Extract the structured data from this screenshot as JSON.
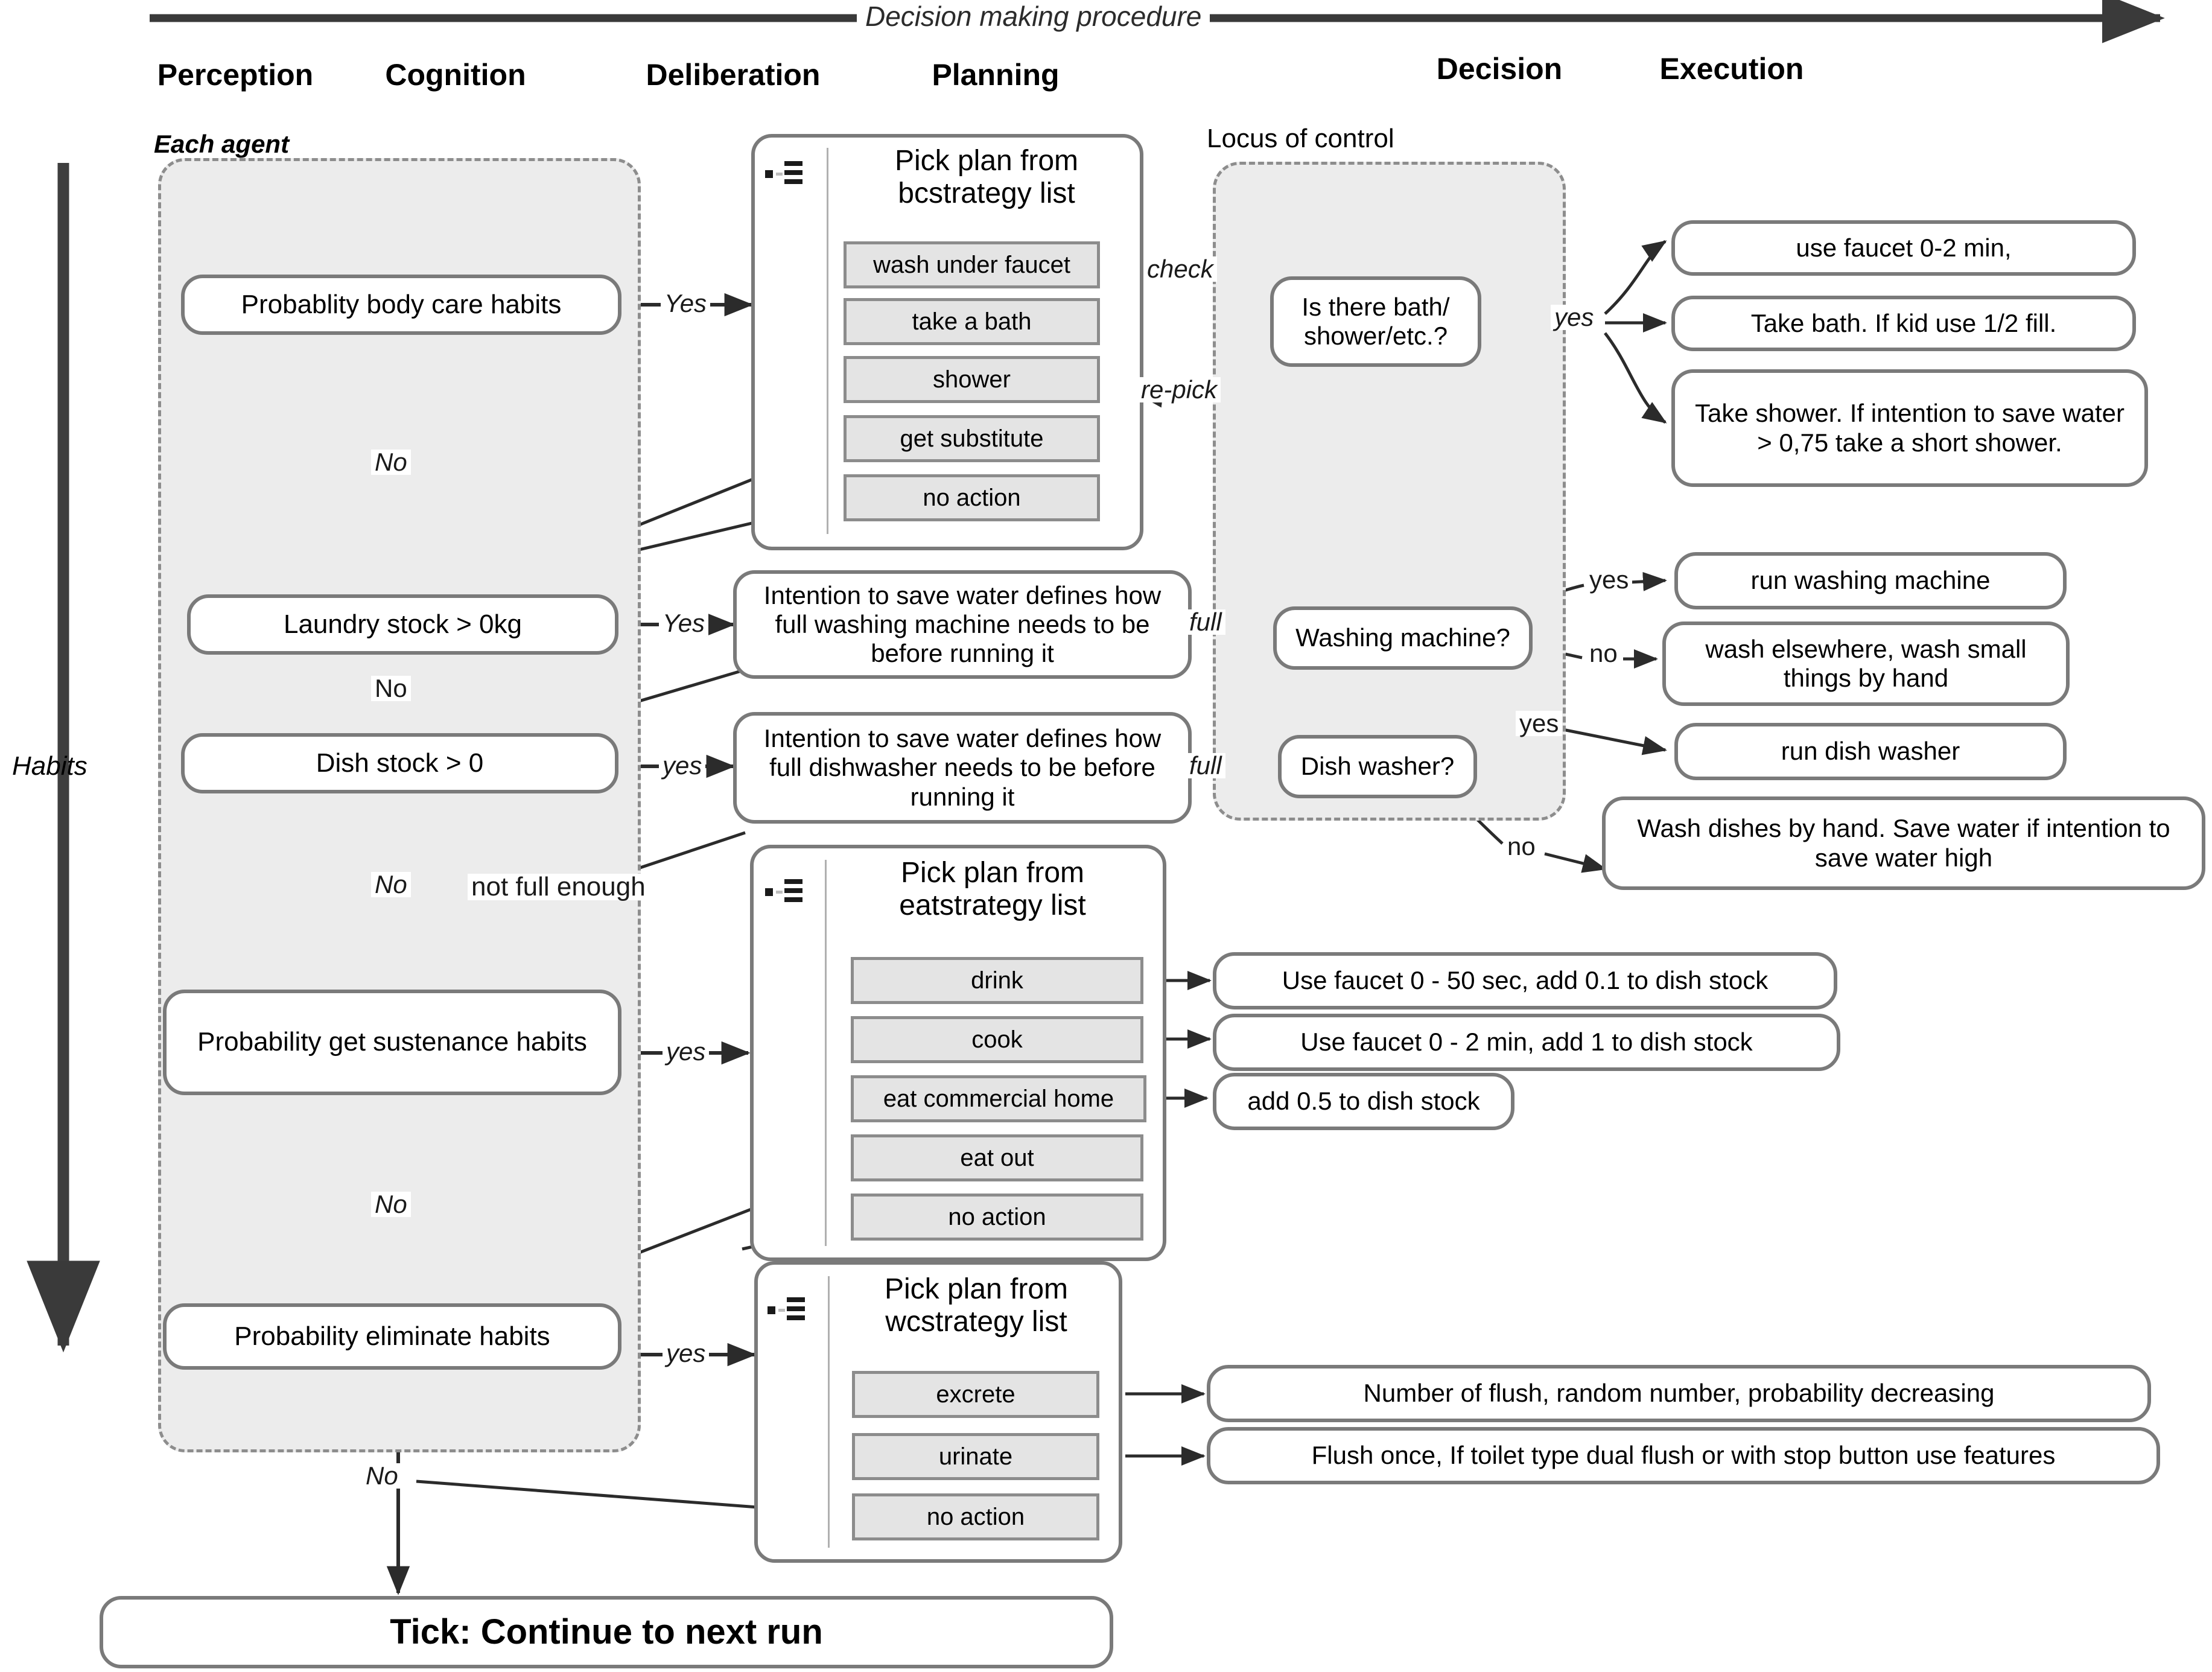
{
  "banner": {
    "label": "Decision making procedure"
  },
  "columns": [
    {
      "key": "perception",
      "label": "Perception"
    },
    {
      "key": "cognition",
      "label": "Cognition"
    },
    {
      "key": "deliberation",
      "label": "Deliberation"
    },
    {
      "key": "planning",
      "label": "Planning"
    },
    {
      "key": "decision",
      "label": "Decision"
    },
    {
      "key": "execution",
      "label": "Execution"
    }
  ],
  "zones": {
    "each_agent": "Each agent",
    "locus_of_control": "Locus of control",
    "habits_axis": "Habits"
  },
  "habit_nodes": [
    {
      "key": "body_care",
      "label": "Probablity body care habits"
    },
    {
      "key": "laundry",
      "label": "Laundry stock > 0kg"
    },
    {
      "key": "dish",
      "label": "Dish stock > 0"
    },
    {
      "key": "sustenance",
      "label": "Probability get sustenance habits"
    },
    {
      "key": "eliminate",
      "label": "Probability eliminate habits"
    }
  ],
  "tick_node": {
    "label": "Tick: Continue to next run"
  },
  "panels": [
    {
      "key": "bcstrategy",
      "title": "Pick plan from\nbcstrategy list",
      "items": [
        "wash under faucet",
        "take a bath",
        "shower",
        "get substitute",
        "no action"
      ]
    },
    {
      "key": "eatstrategy",
      "title": "Pick plan from\neatstrategy list",
      "items": [
        "drink",
        "cook",
        "eat commercial home",
        "eat out",
        "no action"
      ]
    },
    {
      "key": "wcstrategy",
      "title": "Pick plan from\nwcstrategy list",
      "items": [
        "excrete",
        "urinate",
        "no action"
      ]
    }
  ],
  "deliberation_notes": [
    {
      "key": "washing_machine_note",
      "label": "Intention to save water defines how full washing machine needs to be before running it"
    },
    {
      "key": "dishwasher_note",
      "label": "Intention to save water defines how full dishwasher needs to be before running it"
    }
  ],
  "decision_nodes": [
    {
      "key": "bath_shower",
      "label": "Is there bath/ shower/etc.?"
    },
    {
      "key": "washing_machine",
      "label": "Washing machine?"
    },
    {
      "key": "dish_washer",
      "label": "Dish washer?"
    }
  ],
  "execution_nodes": [
    {
      "key": "use_faucet_2min",
      "label": "use faucet 0-2 min,"
    },
    {
      "key": "take_bath",
      "label": "Take bath. If kid use 1/2 fill."
    },
    {
      "key": "take_shower",
      "label": "Take shower. If intention to save water > 0,75 take a short shower."
    },
    {
      "key": "run_washing_machine",
      "label": "run washing machine"
    },
    {
      "key": "wash_elsewhere",
      "label": "wash elsewhere, wash small things by hand"
    },
    {
      "key": "run_dish_washer",
      "label": "run dish washer"
    },
    {
      "key": "wash_dishes_by_hand",
      "label": "Wash dishes by hand. Save water if intention to save water high"
    },
    {
      "key": "drink_out",
      "label": "Use faucet 0 - 50 sec, add 0.1 to dish stock"
    },
    {
      "key": "cook_out",
      "label": "Use faucet 0 - 2 min, add 1 to dish stock"
    },
    {
      "key": "eat_commercial_out",
      "label": "add 0.5 to dish stock"
    },
    {
      "key": "excrete_out",
      "label": "Number of flush, random number, probability decreasing"
    },
    {
      "key": "urinate_out",
      "label": "Flush once, If toilet type dual flush or with stop button use features"
    }
  ],
  "edge_labels": {
    "yes_cap": "Yes",
    "yes_low": "yes",
    "no_cap": "No",
    "no_low": "no",
    "check": "check",
    "re_pick": "re-pick",
    "full": "full",
    "not_full_enough": "not full enough"
  },
  "colors": {
    "zone_fill": "#ececec",
    "zone_border": "#8d8d8d",
    "node_border": "#7a7a7a",
    "list_fill": "#e4e4e4",
    "line": "#2b2b2b"
  }
}
